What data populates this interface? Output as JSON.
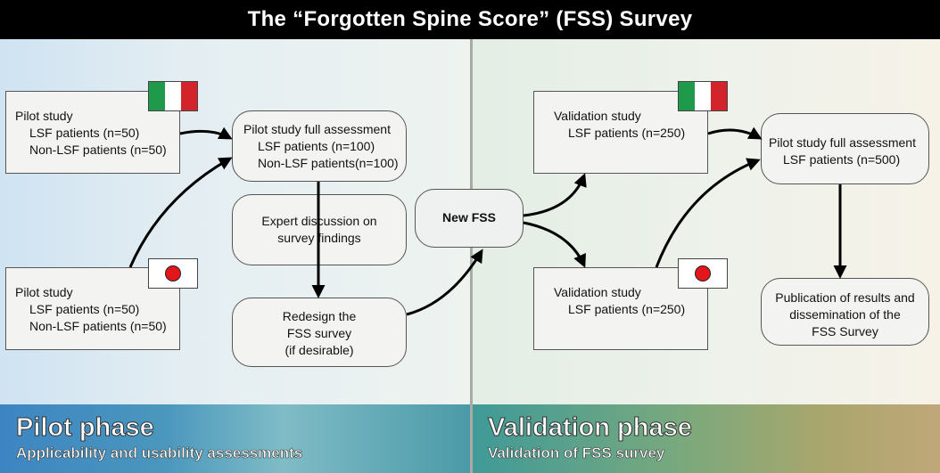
{
  "title": "The “Forgotten Spine Score” (FSS) Survey",
  "pilot_phase": {
    "title": "Pilot phase",
    "subtitle": "Applicability and usability assessments",
    "pilot_italy": {
      "title": "Pilot study",
      "line1": "LSF patients (n=50)",
      "line2": "Non-LSF patients (n=50)"
    },
    "pilot_japan": {
      "title": "Pilot study",
      "line1": "LSF patients (n=50)",
      "line2": "Non-LSF patients (n=50)"
    },
    "full_assessment": {
      "title": "Pilot study full assessment",
      "line1": "LSF patients (n=100)",
      "line2": "Non-LSF patients(n=100)"
    },
    "expert_discussion": {
      "line1": "Expert discussion on",
      "line2": "survey findings"
    },
    "redesign": {
      "line1": "Redesign the",
      "line2": "FSS survey",
      "line3": "(if desirable)"
    }
  },
  "new_fss": "New FSS",
  "validation_phase": {
    "title": "Validation phase",
    "subtitle": "Validation of FSS survey",
    "validation_italy": {
      "title": "Validation study",
      "line1": "LSF patients (n=250)"
    },
    "validation_japan": {
      "title": "Validation study",
      "line1": "LSF patients (n=250)"
    },
    "full_assessment": {
      "title": "Pilot study full assessment",
      "line1": "LSF patients (n=500)"
    },
    "publication": {
      "line1": "Publication of results and",
      "line2": "dissemination of the",
      "line3": "FSS Survey"
    }
  },
  "colors": {
    "italy_green": "#1e9a4a",
    "italy_white": "#ffffff",
    "italy_red": "#d3242b",
    "japan_red": "#e3171b"
  }
}
